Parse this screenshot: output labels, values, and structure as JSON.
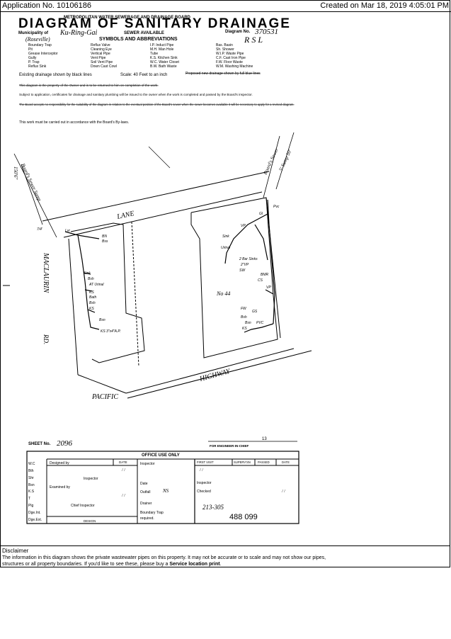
{
  "header": {
    "application": "Application No. 10106186",
    "created": "Created on Mar 18, 2019 4:05:01 PM"
  },
  "plan": {
    "board": "METROPOLITAN WATER SEWERAGE AND DRAINAGE BOARD",
    "title": "DIAGRAM OF SANITARY DRAINAGE",
    "municipality_label": "Municipality of",
    "municipality": "Ku-Ring-Gai",
    "suburb": "(Roseville)",
    "sewer": "SEWER AVAILABLE",
    "diagram_label": "Diagram No.",
    "diagram_no": "370531",
    "initials": "R S L",
    "symbols_heading": "SYMBOLS AND ABBREVIATIONS",
    "symbols_col1": [
      "Boundary Trap",
      "Pit",
      "Grease Interceptor",
      "Gully",
      "P. Trap",
      "Reflux Sink"
    ],
    "symbols_col2": [
      "Reflux Valve",
      "Cleaning Eye",
      "Vertical Pipe",
      "Vent Pipe",
      "Soil Vent Pipe",
      "Down Cast Cowl"
    ],
    "symbols_col3": [
      "I.P. Induct Pipe",
      "M.H. Man Hole",
      "Tube",
      "K.S. Kitchen Sink",
      "W.C. Water Closet",
      "B.W. Bath Waste"
    ],
    "symbols_col4": [
      "Bas. Basin",
      "Sh. Shower",
      "W.I.P. Waste Pipe",
      "C.F. Cast Iron Pipe",
      "F.W. Floor Waste",
      "W.M. Washing Machine"
    ],
    "existing": "Existing drainage shown by black lines",
    "scale": "Scale: 40 Feet to an inch",
    "proposed": "Proposed new drainage shown by full blue lines",
    "note1": "This diagram is the property of the Owner and is to be returned to him on completion of the work.",
    "note2": "Subject to application, certificates for drainage and sanitary plumbing will be issued to the owner when the work is completed and passed by the Board's inspector.",
    "note3": "The Board accepts no responsibility for the suitability of the diagram in relation to the eventual position of the Board's sewer when the sewer becomes available it will be necessary to apply for a revised diagram.",
    "note4": "This work must be carried out in accordance with the Board's By-laws.",
    "streets": {
      "lane": "LANE",
      "maclaurin": "MACLAURIN",
      "rd": "RD.",
      "pacific": "PACIFIC",
      "highway": "HIGHWAY"
    },
    "sewer_left": "Board's Sewer Sump",
    "sewer_right": "Board's Sewer",
    "left_dim": "150'6\"",
    "right_dim": "5' Sump 50'",
    "house_no": "No 44",
    "labels_left": [
      "7/4'",
      "Lvr",
      "BN",
      "Bss",
      "Sink",
      "Bsh",
      "AT Urinal",
      "KS",
      "Bath",
      "Bsh",
      "KS",
      "Bsn",
      "KS 3\"x4\"A.P."
    ],
    "labels_right": [
      "Pvc",
      "Gl",
      "VP",
      "Sink",
      "Urinal",
      "2 Bar Sinks",
      "2\"VP",
      "SW",
      "BMR",
      "CS",
      "VP",
      "FW",
      "GS",
      "Bsh",
      "Bsn",
      "PVC",
      "KS"
    ],
    "sheet_label": "SHEET No.",
    "sheet_no": "2096",
    "engineer_num": "13",
    "engineer": "FOR ENGINEER-IN-CHIEF"
  },
  "office": {
    "heading": "OFFICE USE ONLY",
    "left_codes": [
      "W.C",
      "Bth",
      "Shr",
      "Bsn",
      "K.S",
      "T",
      "Plg",
      "Dge.Int.",
      "Dge.Ext."
    ],
    "designed": "Designed by",
    "date": "DATE",
    "inspector": "Inspector",
    "examined": "Examined by",
    "chief": "Chief Inspector",
    "design": "DESIGN",
    "date2": "Date",
    "outfall": "Outfall",
    "outfall_val": "NS",
    "drainer": "Drainer",
    "boundary": "Boundary Trap",
    "required": "required.",
    "first_visit": "FIRST VISIT",
    "supervsn": "SUPERV'SN",
    "passed": "PASSED",
    "date3": "DATE",
    "inspector2": "Inspector",
    "checked": "Checked",
    "ref1": "213-305",
    "ref2": "488 099",
    "slash": "/ /"
  },
  "disclaimer": {
    "title": "Disclaimer",
    "text": "The information in this diagram shows the private wastewater pipes on this property. It may not be accurate or to scale and may not show our pipes, structures or all property boundaries. If you'd like to see these, please buy a ",
    "link": "Service location print",
    "end": "."
  }
}
